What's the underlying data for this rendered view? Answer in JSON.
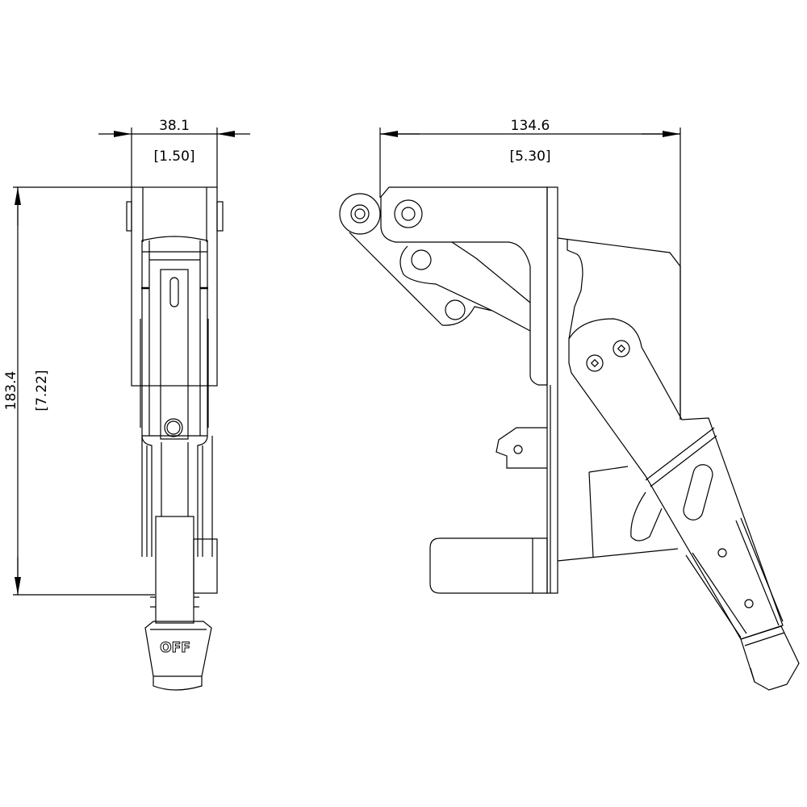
{
  "front_view": {
    "width_mm": "38.1",
    "width_in": "[1.50]",
    "height_mm": "183.4",
    "height_in": "[7.22]",
    "knob_label": "OFF"
  },
  "side_view": {
    "depth_mm": "134.6",
    "depth_in": "[5.30]"
  },
  "colors": {
    "line": "#000000",
    "background": "#ffffff"
  }
}
